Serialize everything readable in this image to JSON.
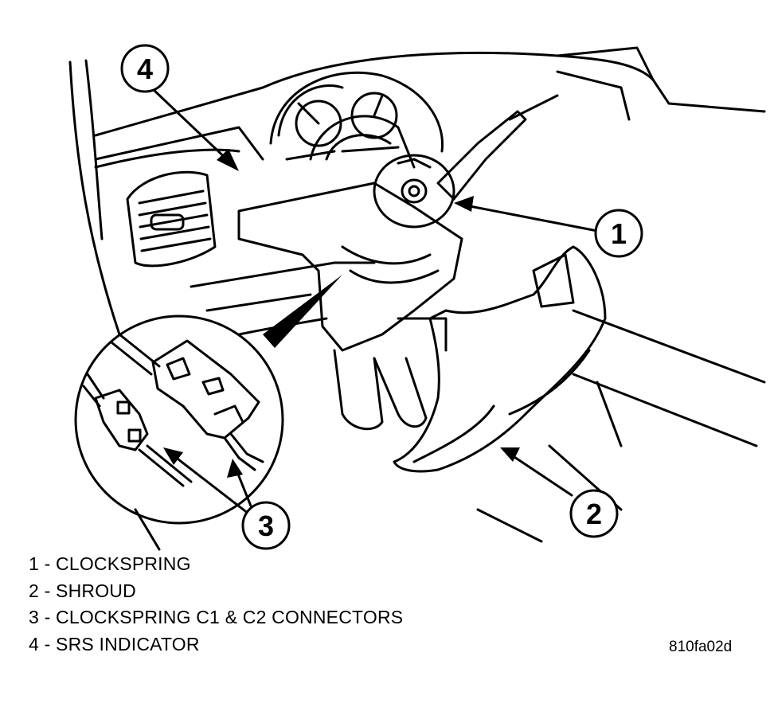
{
  "callouts": [
    {
      "number": "1",
      "label": "CLOCKSPRING"
    },
    {
      "number": "2",
      "label": "SHROUD"
    },
    {
      "number": "3",
      "label": "CLOCKSPRING C1 & C2 CONNECTORS"
    },
    {
      "number": "4",
      "label": "SRS INDICATOR"
    }
  ],
  "legend": [
    "1 - CLOCKSPRING",
    "2 - SHROUD",
    "3 - CLOCKSPRING C1 & C2 CONNECTORS",
    "4 - SRS INDICATOR"
  ],
  "figure_id": "810fa02d",
  "colors": {
    "line": "#000000",
    "background": "#ffffff"
  }
}
